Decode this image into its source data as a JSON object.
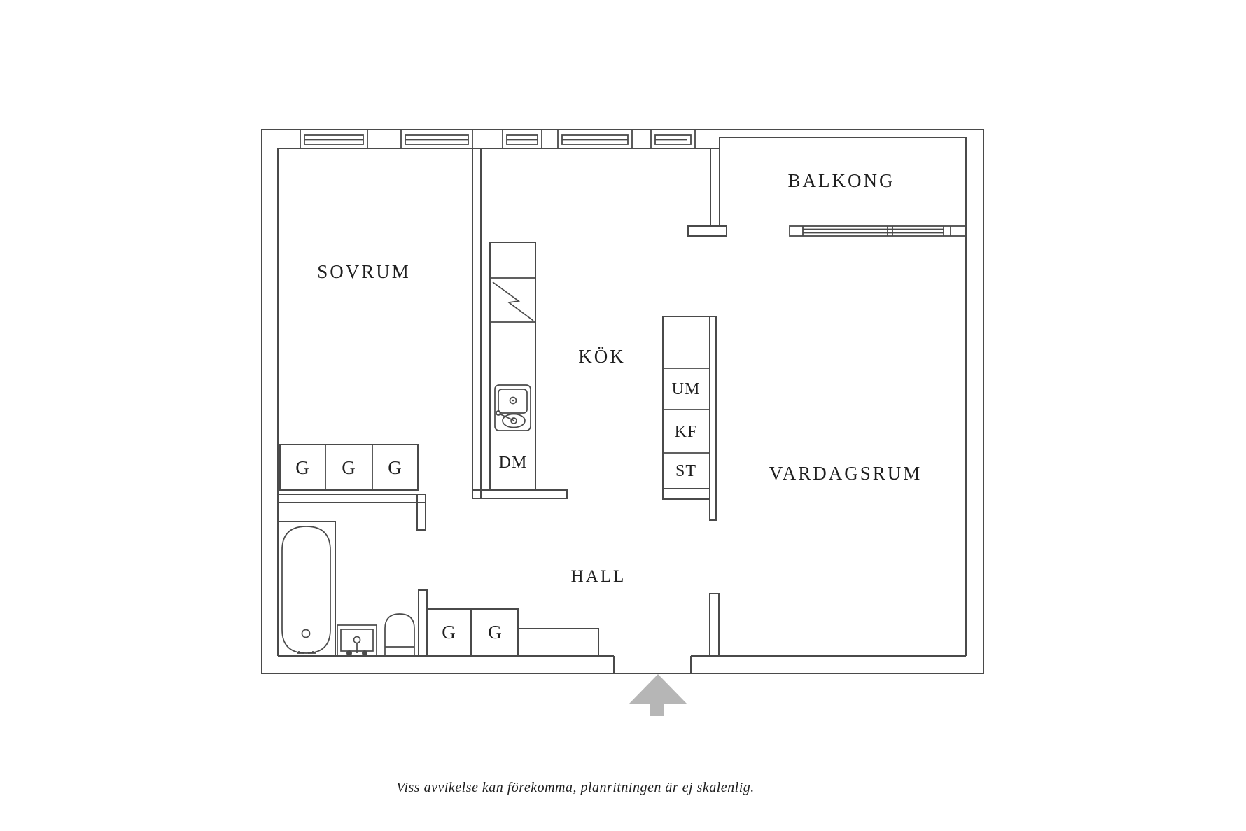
{
  "labels": {
    "bedroom": "SOVRUM",
    "kitchen": "KÖK",
    "balcony": "BALKONG",
    "living_room": "VARDAGSRUM",
    "hall": "HALL",
    "bedroom_wardrobe_1": "G",
    "bedroom_wardrobe_2": "G",
    "bedroom_wardrobe_3": "G",
    "hall_wardrobe_1": "G",
    "hall_wardrobe_2": "G",
    "appliance_um": "UM",
    "appliance_kf": "KF",
    "appliance_st": "ST",
    "appliance_dm": "DM"
  },
  "disclaimer": "Viss avvikelse kan förekomma, planritningen är ej skalenlig.",
  "colors": {
    "line": "#4a4a4a",
    "text": "#1f1f1f",
    "arrow": "#b6b6b6",
    "background": "#ffffff"
  }
}
